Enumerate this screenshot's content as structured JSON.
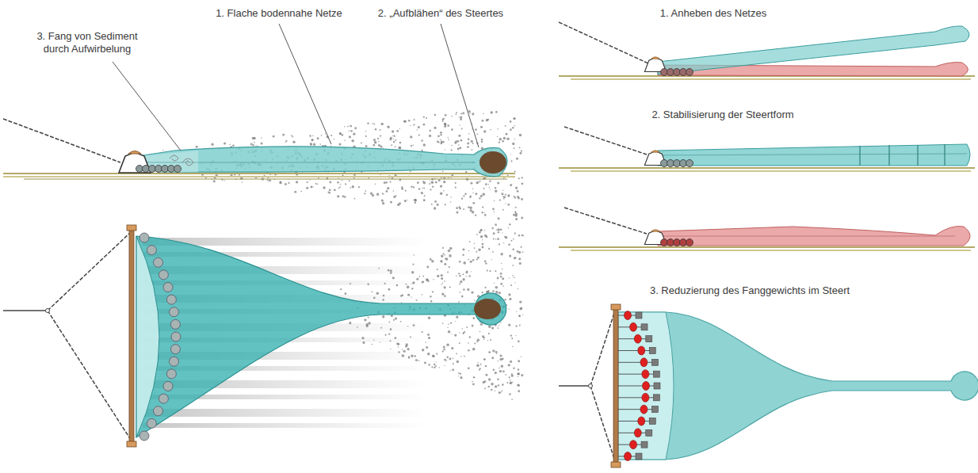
{
  "diagram": {
    "labels": [
      "1. Flache bodennahe Netze",
      "2. „Aufblähen“ des Steertes",
      "3. Fang von Sediment durch Aufwirbelung",
      "1. Anheben des Netzes",
      "2. Stabilisierung der Steertform",
      "3. Reduzierung des Fanggewichts im Steert"
    ]
  }
}
